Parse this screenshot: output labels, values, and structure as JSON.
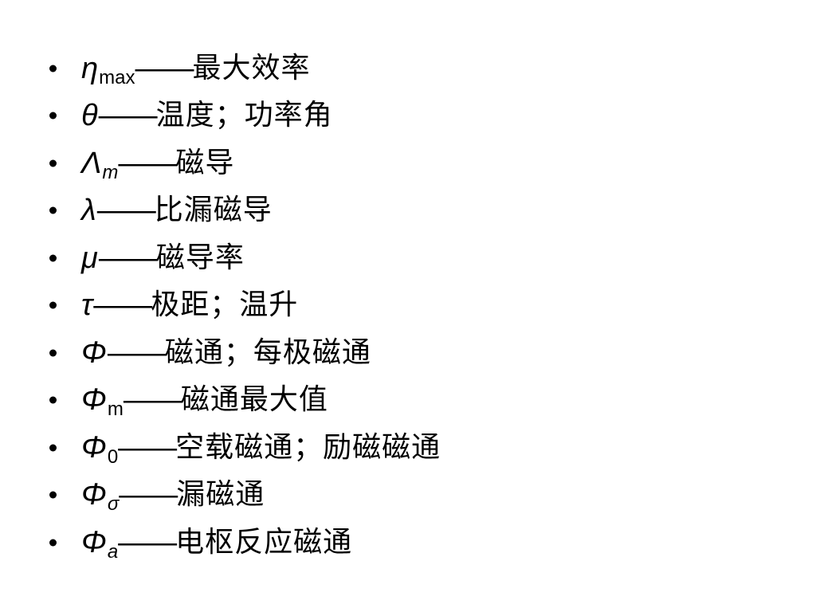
{
  "items": [
    {
      "symbol": "η",
      "sub": "max",
      "sub_italic": false,
      "dash": "——",
      "definition": "最大效率"
    },
    {
      "symbol": "θ ",
      "sub": "",
      "sub_italic": false,
      "dash": "——",
      "definition": "温度；功率角"
    },
    {
      "symbol": "Λ",
      "sub": "m",
      "sub_italic": true,
      "dash": "——",
      "definition": "磁导"
    },
    {
      "symbol": "λ",
      "sub": "",
      "sub_italic": false,
      "dash": "——",
      "definition": "比漏磁导"
    },
    {
      "symbol": "μ",
      "sub": "",
      "sub_italic": false,
      "dash": "——",
      "definition": "磁导率"
    },
    {
      "symbol": "τ",
      "sub": "",
      "sub_italic": false,
      "dash": "——",
      "definition": "极距；温升"
    },
    {
      "symbol": "Φ",
      "sub": "",
      "sub_italic": false,
      "dash": "——",
      "definition": "磁通；每极磁通"
    },
    {
      "symbol": "Φ",
      "sub": "m",
      "sub_italic": false,
      "dash": "——",
      "definition": "磁通最大值"
    },
    {
      "symbol": "Φ",
      "sub": "0",
      "sub_italic": false,
      "dash": "——",
      "definition": "空载磁通；励磁磁通"
    },
    {
      "symbol": "Φ",
      "sub": "σ",
      "sub_italic": true,
      "dash": "——",
      "definition": "漏磁通"
    },
    {
      "symbol": "Φ",
      "sub": "a",
      "sub_italic": true,
      "dash": "——",
      "definition": "电枢反应磁通"
    }
  ]
}
